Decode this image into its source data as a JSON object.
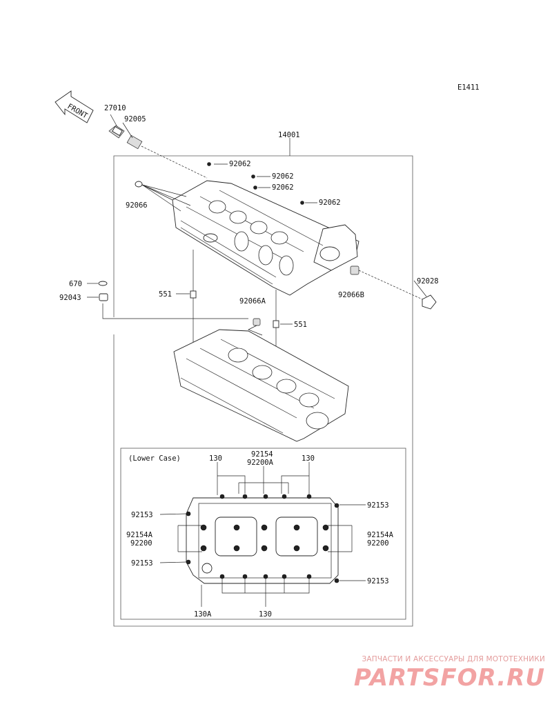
{
  "diagram_code": "E1411",
  "front_marker": "FRONT",
  "inset_title": "(Lower Case)",
  "labels": {
    "p27010": "27010",
    "p92005": "92005",
    "p14001": "14001",
    "p92062_a": "92062",
    "p92062_b": "92062",
    "p92062_c": "92062",
    "p92062_d": "92062",
    "p92066": "92066",
    "p670": "670",
    "p92043": "92043",
    "p551_a": "551",
    "p551_b": "551",
    "p92066A": "92066A",
    "p92066B": "92066B",
    "p92028": "92028",
    "p130_tl": "130",
    "p130_tr": "130",
    "p92154_top": "92154",
    "p92200A_top": "92200A",
    "p92153_l1": "92153",
    "p92153_l2": "92153",
    "p92153_r1": "92153",
    "p92153_r2": "92153",
    "p92154A_l": "92154A",
    "p92200_l": "92200",
    "p92154A_r": "92154A",
    "p92200_r": "92200",
    "p130A": "130A",
    "p130_bottom": "130"
  },
  "watermark": {
    "tagline": "ЗАПЧАСТИ И АКСЕССУАРЫ ДЛЯ МОТОТЕХНИКИ",
    "logo": "PARTSFOR.RU"
  }
}
